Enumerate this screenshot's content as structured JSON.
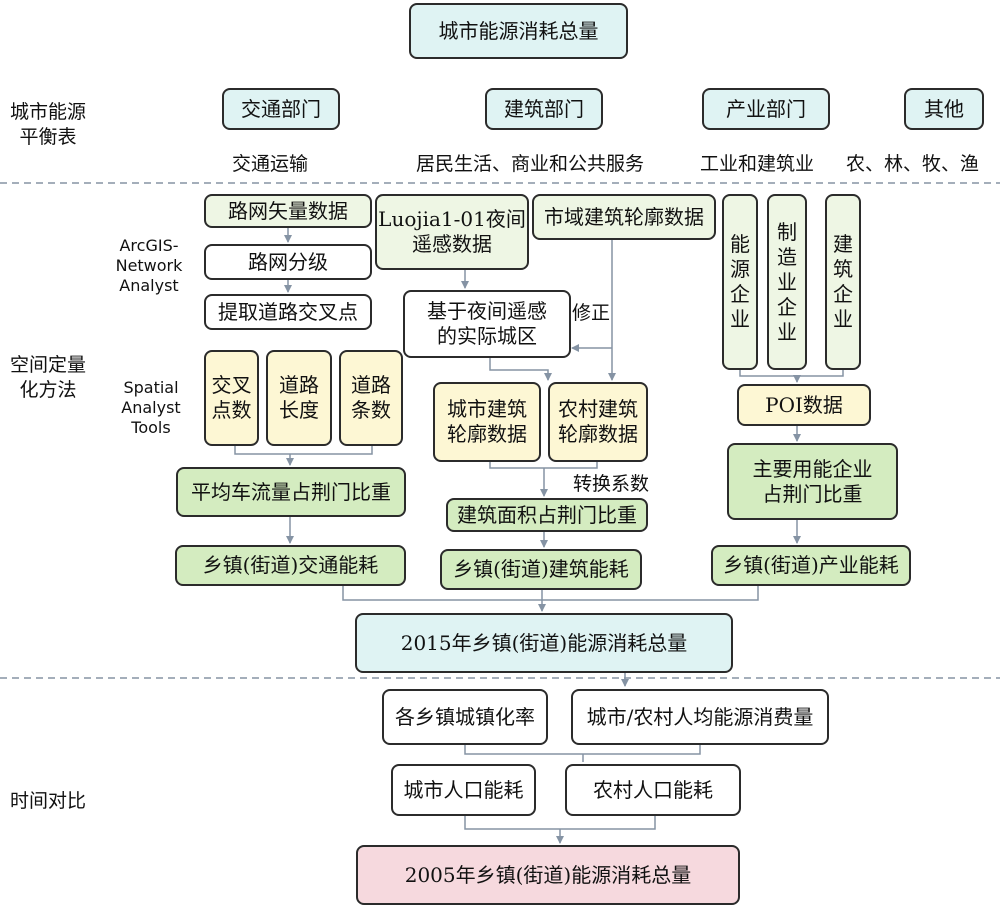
{
  "colors": {
    "cyan": "#dff3f3",
    "light_green": "#eef6e4",
    "green": "#d4ecc0",
    "yellow": "#fdf7d4",
    "pink": "#f6d9de",
    "white": "#ffffff",
    "line": "#8593a4"
  },
  "top": {
    "title": "城市能源消耗总量"
  },
  "balance": {
    "label": "城市能源\n平衡表",
    "depts": [
      "交通部门",
      "建筑部门",
      "产业部门",
      "其他"
    ],
    "subs": [
      "交通运输",
      "居民生活、商业和公共服务",
      "工业和建筑业",
      "农、林、牧、渔"
    ]
  },
  "spatial": {
    "label": "空间定量\n化方法",
    "arcgis_label": "ArcGIS-\nNetwork\nAnalyst",
    "spatial_label": "Spatial\nAnalyst\nTools",
    "road_vector": "路网矢量数据",
    "road_grade": "路网分级",
    "intersections": "提取道路交叉点",
    "metric_cross": "交叉点数",
    "metric_length": "道路长度",
    "metric_count": "道路条数",
    "traffic_share": "平均车流量占荆门比重",
    "traffic_energy": "乡镇(街道)交通能耗",
    "luojia": "Luojia1-01夜间\n遥感数据",
    "city_outline": "市域建筑轮廓数据",
    "actual_urban": "基于夜间遥感\n的实际城区",
    "correction": "修正",
    "urban_outline": "城市建筑\n轮廓数据",
    "rural_outline": "农村建筑\n轮廓数据",
    "conversion": "转换系数",
    "building_share": "建筑面积占荆门比重",
    "building_energy": "乡镇(街道)建筑能耗",
    "ent_energy": "能源企业",
    "ent_manufacturing": "制造业企业",
    "ent_construction": "建筑企业",
    "poi": "POI数据",
    "main_enterprise": "主要用能企业\n占荆门比重",
    "industry_energy": "乡镇(街道)产业能耗",
    "total_2015": "2015年乡镇(街道)能源消耗总量"
  },
  "time": {
    "label": "时间对比",
    "urbanization": "各乡镇城镇化率",
    "per_capita": "城市/农村人均能源消费量",
    "urban_pop": "城市人口能耗",
    "rural_pop": "农村人口能耗",
    "total_2005": "2005年乡镇(街道)能源消耗总量"
  }
}
